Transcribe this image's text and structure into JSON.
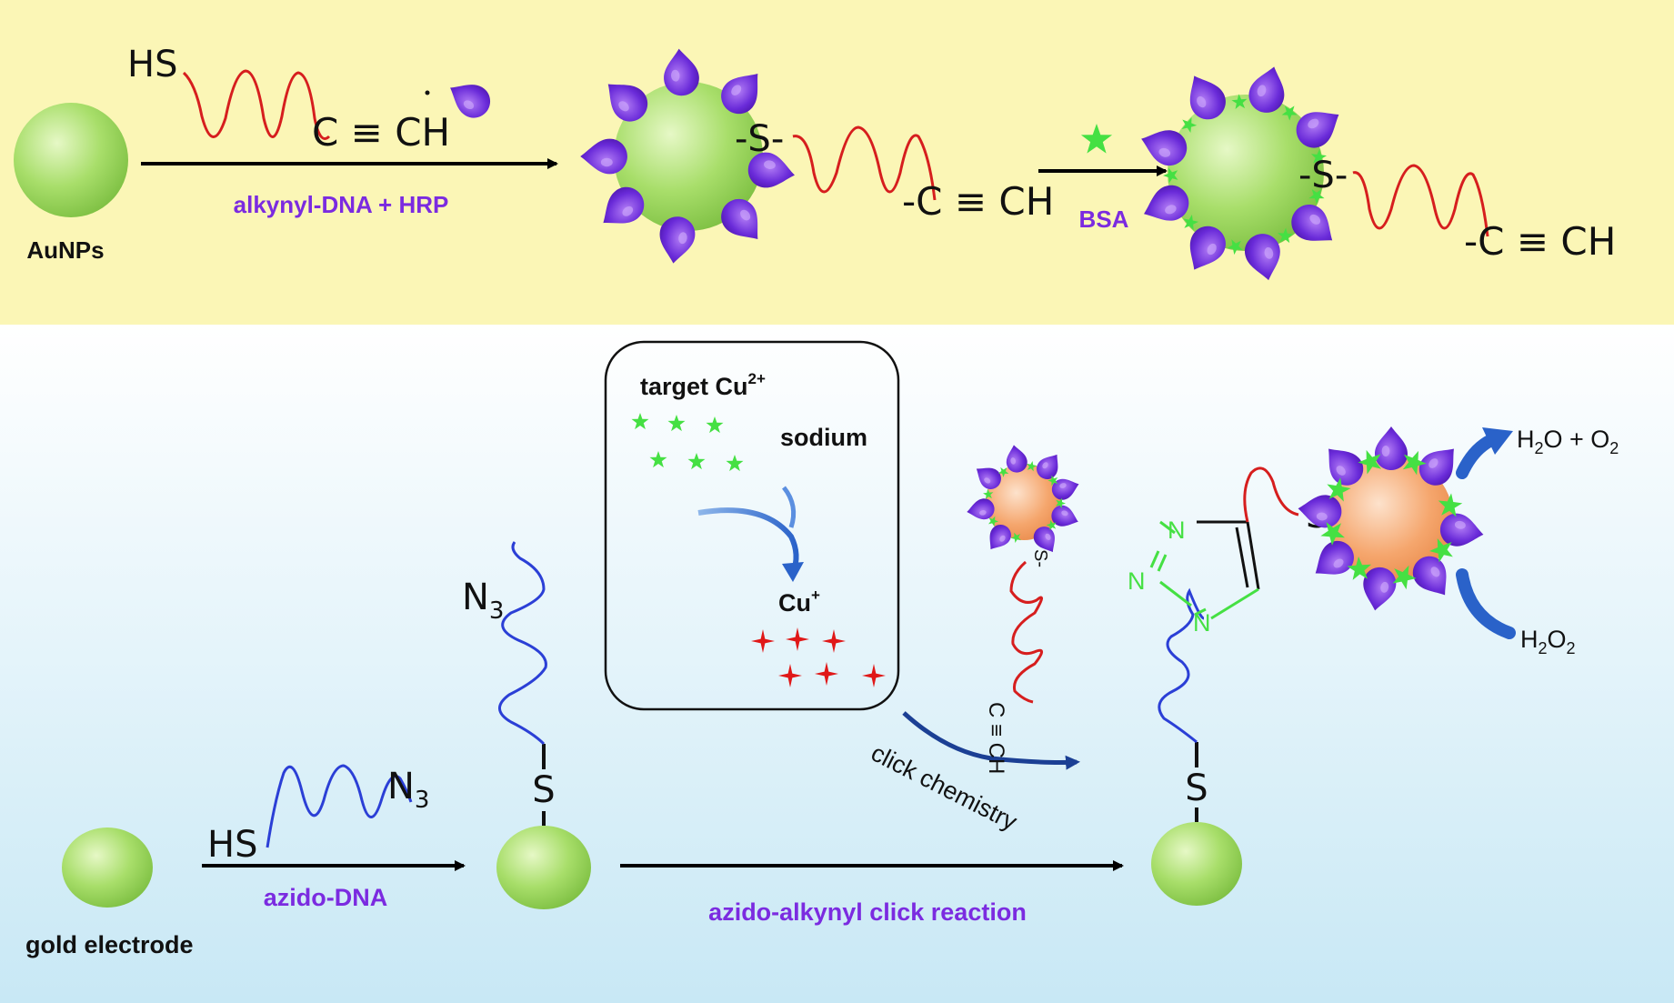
{
  "colors": {
    "top_panel": "#fbf6b6",
    "bottom_top": "#ffffff",
    "bottom_bottom": "#c8e8f5",
    "gold_sphere": "#a8de6a",
    "orange_sphere": "#f5a66d",
    "hrp": "#6a2bd9",
    "bsa_star": "#45e043",
    "dna_red": "#d61e1e",
    "dna_blue": "#2b3fd6",
    "label_purple": "#7b2be0",
    "cu_plus": "#e01818",
    "arrow_blue": "#2a62c9"
  },
  "top": {
    "aunps_label": "AuNPs",
    "hs_label": "HS",
    "alkyne_label": "C ≡ CH",
    "step1_label": "alkynyl-DNA + HRP",
    "s_link_1": "-S-",
    "alkyne_end_1": "-C ≡ CH",
    "step2_label": "BSA",
    "s_link_2": "-S-",
    "alkyne_end_2": "-C ≡ CH"
  },
  "bottom": {
    "electrode_label": "gold electrode",
    "hs_label": "HS",
    "n3_label": "N",
    "n3_sub": "3",
    "step1_label": "azido-DNA",
    "s_label": "S",
    "n3_top_label": "N",
    "n3_top_sub": "3",
    "step2_label": "azido-alkynyl click reaction",
    "box": {
      "target_label": "target Cu",
      "target_sup": "2+",
      "sodium_label": "sodium",
      "cu_plus_label": "Cu",
      "cu_plus_sup": "+"
    },
    "click_label": "click  chemistry",
    "probe_s": "S-",
    "probe_alkyne": "C ≡ CH",
    "triazole_n1": "N",
    "triazole_n2": "N",
    "triazole_n3": "N",
    "product_s_link": "S",
    "product_s_dash": "-",
    "product_s": "S",
    "h2o_o2": "H",
    "h2o_o2_sub": "2",
    "h2o_o2_rest": "O + O",
    "h2o_o2_sub2": "2",
    "h2o2": "H",
    "h2o2_sub": "2",
    "h2o2_mid": "O",
    "h2o2_sub2": "2"
  }
}
